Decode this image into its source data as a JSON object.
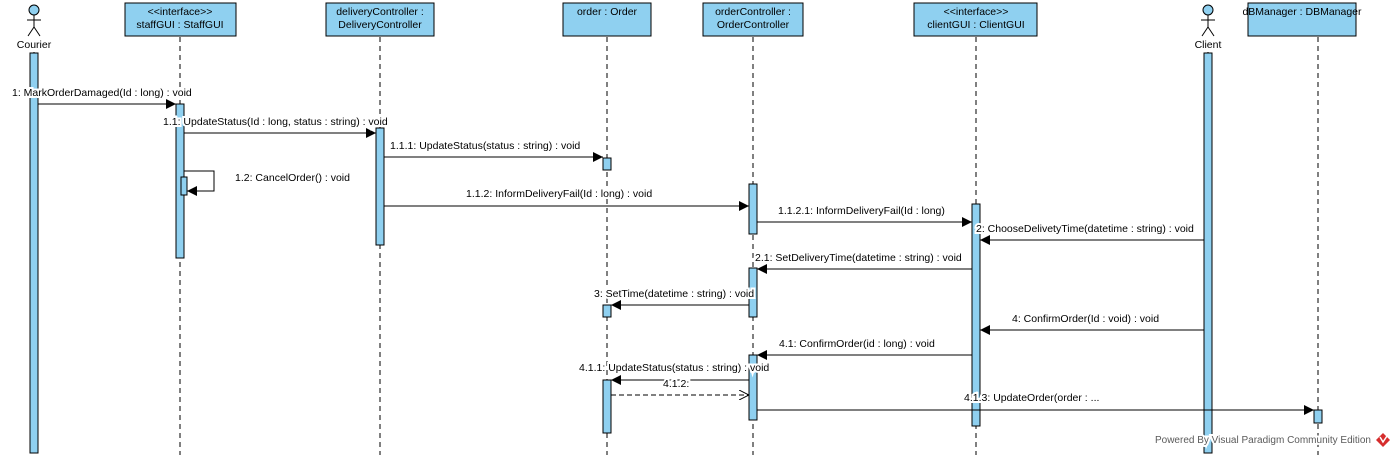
{
  "colors": {
    "fill": "#8FD0F0",
    "stroke": "#000000",
    "brand": "#d62d2d"
  },
  "actors": [
    {
      "id": "courier",
      "label": "Courier"
    },
    {
      "id": "client",
      "label": "Client"
    }
  ],
  "boxes": [
    {
      "id": "staffgui",
      "line1": "<<interface>>",
      "line2": "staffGUI : StaffGUI"
    },
    {
      "id": "delivery",
      "line1": "deliveryController :",
      "line2": "DeliveryController"
    },
    {
      "id": "order",
      "line1": "order : Order",
      "line2": ""
    },
    {
      "id": "orderctl",
      "line1": "orderController :",
      "line2": "OrderController"
    },
    {
      "id": "clientgui",
      "line1": "<<interface>>",
      "line2": "clientGUI : ClientGUI"
    },
    {
      "id": "dbmanager",
      "line1": "dBManager : DBManager",
      "line2": ""
    }
  ],
  "messages": [
    {
      "id": "m1",
      "label": "1: MarkOrderDamaged(Id : long) : void"
    },
    {
      "id": "m11",
      "label": "1.1: UpdateStatus(Id : long, status : string) : void"
    },
    {
      "id": "m111",
      "label": "1.1.1: UpdateStatus(status : string) : void"
    },
    {
      "id": "m12",
      "label": "1.2: CancelOrder() : void"
    },
    {
      "id": "m112",
      "label": "1.1.2: InformDeliveryFail(Id : long) : void"
    },
    {
      "id": "m1121",
      "label": "1.1.2.1: InformDeliveryFail(Id : long)"
    },
    {
      "id": "m2",
      "label": "2: ChooseDelivetyTime(datetime : string) : void"
    },
    {
      "id": "m21",
      "label": "2.1: SetDeliveryTime(datetime : string) : void"
    },
    {
      "id": "m3",
      "label": "3: SetTime(datetime : string) : void"
    },
    {
      "id": "m4",
      "label": "4: ConfirmOrder(Id : void) : void"
    },
    {
      "id": "m41",
      "label": "4.1: ConfirmOrder(id : long) : void"
    },
    {
      "id": "m411",
      "label": "4.1.1: UpdateStatus(status : string) : void"
    },
    {
      "id": "m412",
      "label": "4.1.2:"
    },
    {
      "id": "m413",
      "label": "4.1.3: UpdateOrder(order : ..."
    }
  ],
  "watermark": "Powered By Visual Paradigm Community Edition"
}
